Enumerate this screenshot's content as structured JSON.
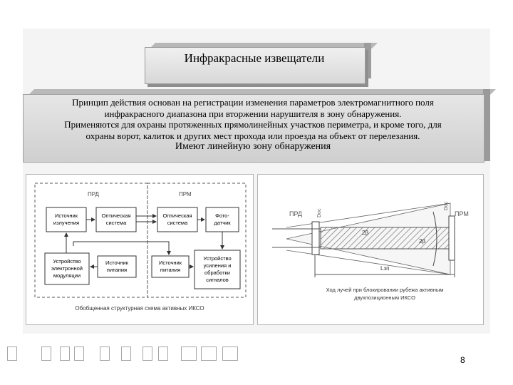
{
  "title": "Инфракрасные извещатели",
  "description": {
    "lines": [
      "Принцип действия основан на регистрации изменения параметров электромагнитного поля",
      "инфракрасного диапазона при вторжении нарушителя в зону обнаружения.",
      "Применяются для охраны протяженных прямолинейных участков периметра, и кроме того, для",
      "охраны ворот, калиток и других мест прохода или проезда на объект от перелезания."
    ],
    "last_line": "Имеют линейную зону обнаружения"
  },
  "block_diagram": {
    "group_transmitter": "ПРД",
    "group_receiver": "ПРМ",
    "radiation_source": [
      "Источник",
      "излучения"
    ],
    "optical_system_tx": [
      "Оптическая",
      "система"
    ],
    "optical_system_rx": [
      "Оптическая",
      "система"
    ],
    "photo_sensor": [
      "Фото-",
      "датчик"
    ],
    "modulation_device": [
      "Устройство",
      "электронной",
      "модуляции"
    ],
    "power_source_tx": [
      "Источник",
      "питания"
    ],
    "power_source_rx": [
      "Источник",
      "питания"
    ],
    "amplifier_device": [
      "Устройство",
      "усиления и",
      "обработки",
      "сигналов"
    ],
    "caption": "Обобщенная структурная схема активных ИКСО"
  },
  "beam_diagram": {
    "label_tx": "ПРД",
    "label_rx": "ПРМ",
    "label_d_tx": "Dос",
    "label_d_rx": "Dос",
    "label_angle_1": "2β",
    "label_angle_2": "2β",
    "label_length": "Lзп",
    "caption": [
      "Ход лучей при блокировании рубежа активным",
      "двухпозиционным ИКСО"
    ]
  },
  "page_number": "8"
}
